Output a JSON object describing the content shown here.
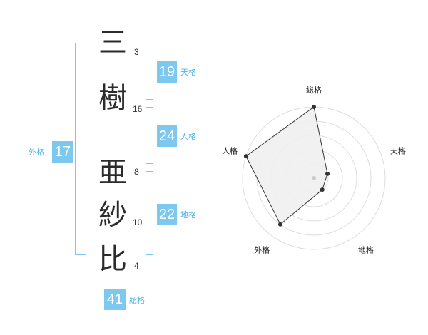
{
  "name": {
    "chars": [
      {
        "char": "三",
        "strokes": "3"
      },
      {
        "char": "樹",
        "strokes": "16"
      },
      {
        "char": "亜",
        "strokes": "8"
      },
      {
        "char": "紗",
        "strokes": "10"
      },
      {
        "char": "比",
        "strokes": "4"
      }
    ]
  },
  "fortunes": {
    "tenkaku": {
      "value": "19",
      "label": "天格"
    },
    "jinkaku": {
      "value": "24",
      "label": "人格"
    },
    "chikaku": {
      "value": "22",
      "label": "地格"
    },
    "gaikaku": {
      "value": "17",
      "label": "外格"
    },
    "soukaku": {
      "value": "41",
      "label": "総格"
    }
  },
  "colors": {
    "accent": "#7cc8ef",
    "label": "#4fb4e6",
    "radar_fill": "#efefef"
  },
  "chart_data": {
    "type": "radar",
    "axes": [
      "総格",
      "天格",
      "地格",
      "外格",
      "人格"
    ],
    "values": [
      5,
      1,
      1,
      4,
      5
    ],
    "max": 5,
    "rings": 5
  }
}
